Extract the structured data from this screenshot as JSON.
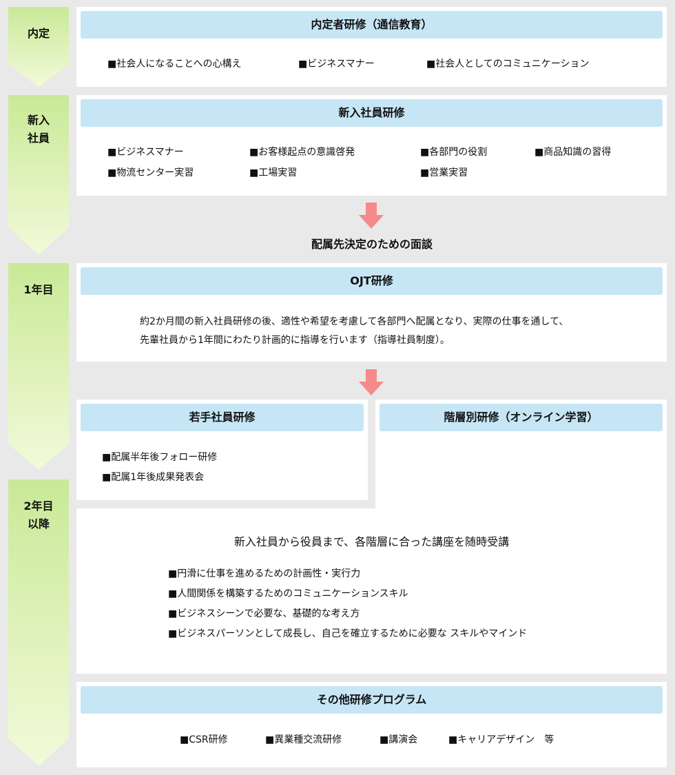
{
  "stages": [
    {
      "label": "内定"
    },
    {
      "label": "新入\n社員"
    },
    {
      "label": "1年目"
    },
    {
      "label": "2年目\n以降"
    }
  ],
  "naitei": {
    "title": "内定者研修（通信教育）",
    "items": [
      "■社会人になることへの心構え",
      "■ビジネスマナー",
      "■社会人としてのコミュニケーション"
    ]
  },
  "shinnyu": {
    "title": "新入社員研修",
    "items": [
      "■ビジネスマナー",
      "■お客様起点の意識啓発",
      "■各部門の役割",
      "■商品知識の習得",
      "■物流センター実習",
      "■工場実習",
      "■営業実習"
    ]
  },
  "interview": {
    "text": "配属先決定のための面談"
  },
  "ojt": {
    "title": "OJT研修",
    "lines": [
      "約2か月間の新入社員研修の後、適性や希望を考慮して各部門へ配属となり、実際の仕事を通して、",
      "先輩社員から1年間にわたり計画的に指導を行います（指導社員制度）。"
    ]
  },
  "wakate": {
    "title": "若手社員研修",
    "items": [
      "■配属半年後フォロー研修",
      "■配属1年後成果発表会"
    ]
  },
  "kaisou": {
    "title": "階層別研修（オンライン学習）",
    "lead": "新入社員から役員まで、各階層に合った講座を随時受講",
    "items": [
      "■円滑に仕事を進めるための計画性・実行力",
      "■人間関係を構築するためのコミュニケーションスキル",
      "■ビジネスシーンで必要な、基礎的な考え方",
      "■ビジネスパーソンとして成長し、自己を確立するために必要な スキルやマインド"
    ]
  },
  "other": {
    "title": "その他研修プログラム",
    "items": [
      "■CSR研修",
      "■異業種交流研修",
      "■講演会",
      "■キャリアデザイン　等"
    ]
  },
  "colors": {
    "stage_top": "#c9e997",
    "stage_bottom": "#f2fad9",
    "header": "#c6e6f6",
    "arrow": "#f48a8a",
    "background": "#e9e9e9"
  }
}
